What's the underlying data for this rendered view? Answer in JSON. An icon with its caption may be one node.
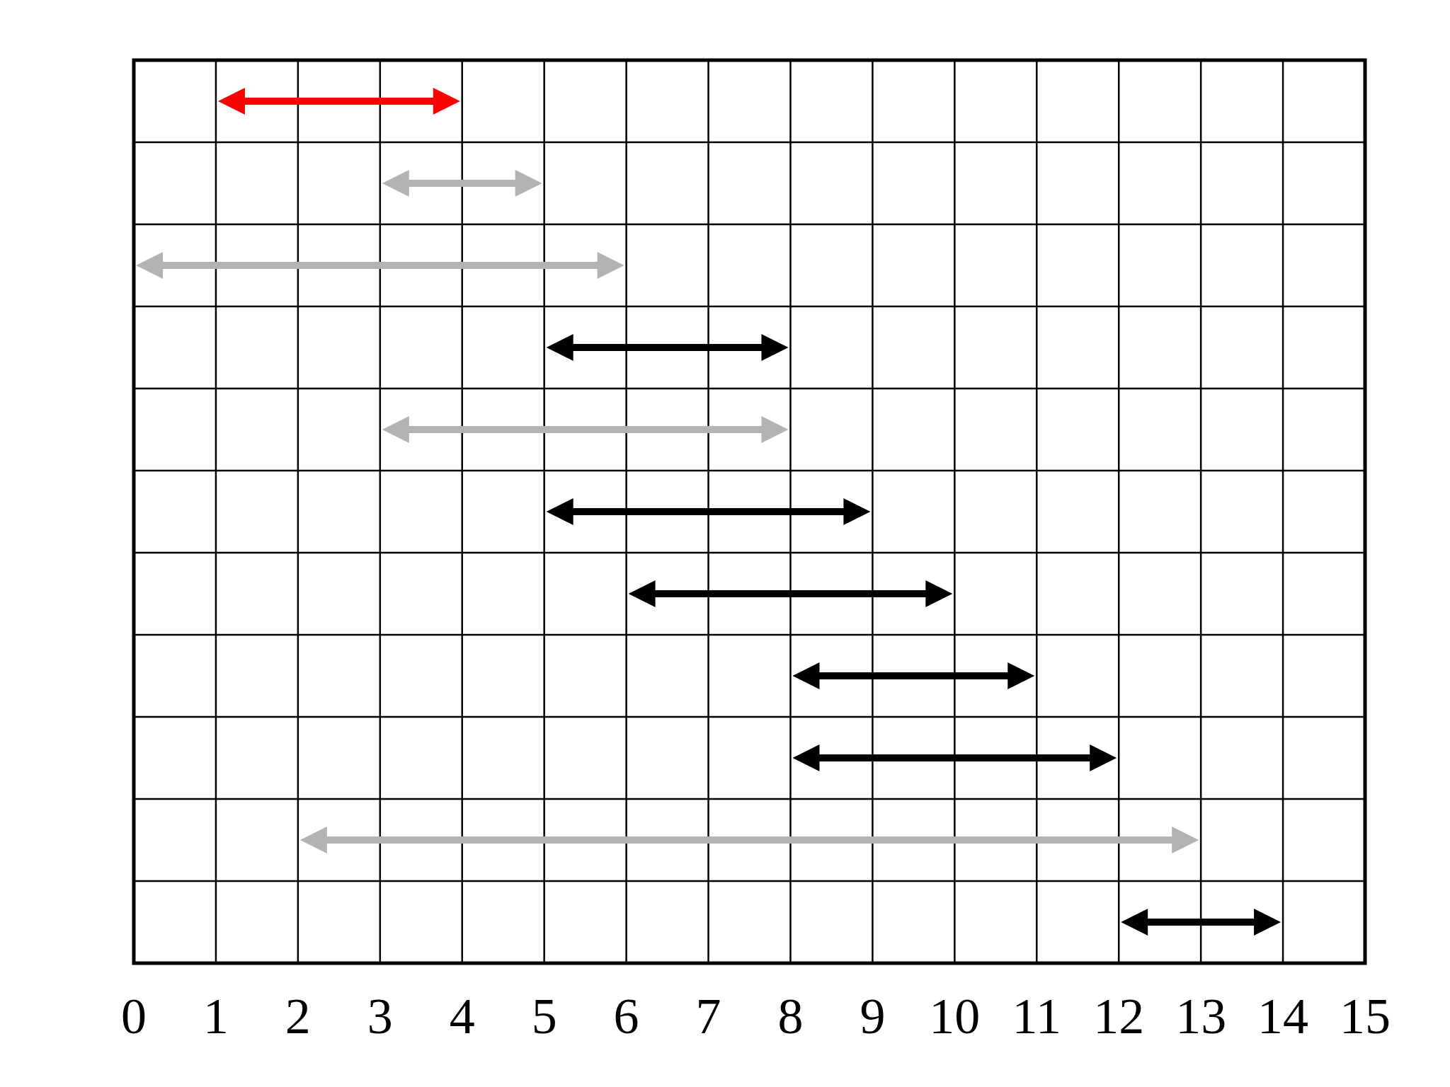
{
  "diagram": {
    "labels": [
      "0",
      "1",
      "2",
      "3",
      "4",
      "5",
      "6",
      "7",
      "8",
      "9",
      "10",
      "11",
      "12",
      "13",
      "14",
      "15"
    ]
  }
}
